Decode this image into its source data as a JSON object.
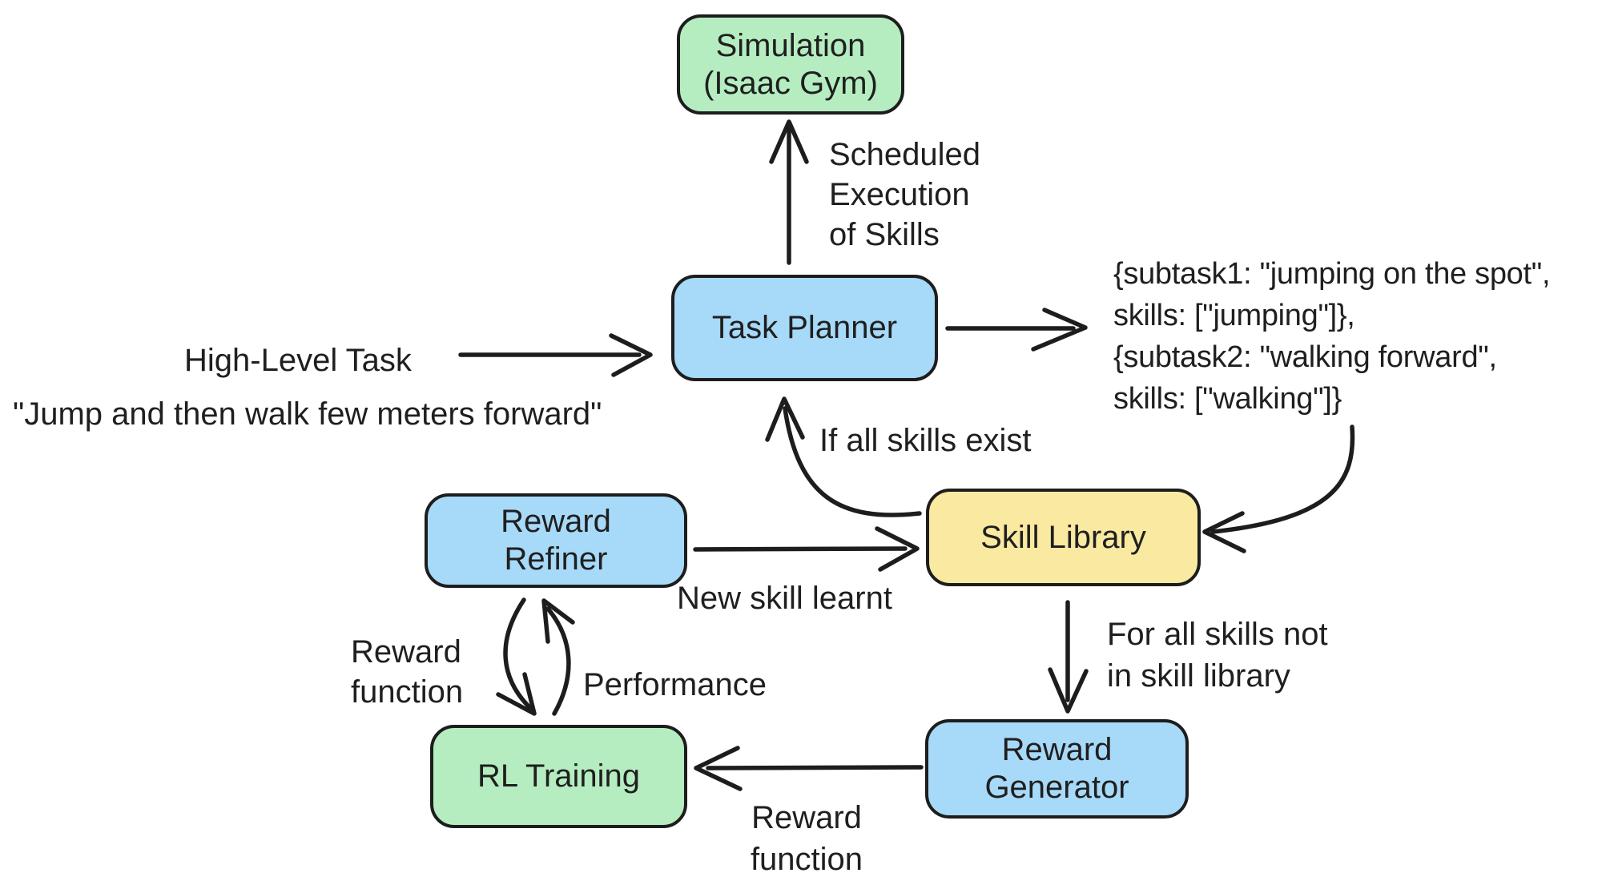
{
  "colors": {
    "background": "#ffffff",
    "outline": "#1d1d1d",
    "text": "#1f1f1f",
    "node_green": "#b5edc1",
    "node_blue": "#a7d9f8",
    "node_yellow": "#f9e9a1"
  },
  "nodes": {
    "simulation": {
      "line1": "Simulation",
      "line2": "(Isaac Gym)",
      "color": "#b5edc1"
    },
    "task_planner": {
      "label": "Task Planner",
      "color": "#a7d9f8"
    },
    "skill_library": {
      "label": "Skill Library",
      "color": "#f9e9a1"
    },
    "reward_refiner": {
      "line1": "Reward",
      "line2": "Refiner",
      "color": "#a7d9f8"
    },
    "rl_training": {
      "label": "RL Training",
      "color": "#b5edc1"
    },
    "reward_generator": {
      "line1": "Reward",
      "line2": "Generator",
      "color": "#a7d9f8"
    }
  },
  "labels": {
    "high_level_task": "High-Level Task",
    "task_quote": "\"Jump and then walk few meters forward\"",
    "scheduled_execution": [
      "Scheduled",
      "Execution",
      "of Skills"
    ],
    "subtask_output": [
      "{subtask1: \"jumping on the spot\",",
      "skills: [\"jumping\"]},",
      "{subtask2: \"walking forward\",",
      "skills: [\"walking\"]}"
    ],
    "if_all_skills_exist": "If all skills exist",
    "new_skill_learnt": "New skill learnt",
    "for_all_skills": [
      "For all skills not",
      "in skill library"
    ],
    "reward_function_left": [
      "Reward",
      "function"
    ],
    "performance": "Performance",
    "reward_function_bottom": [
      "Reward",
      "function"
    ]
  }
}
